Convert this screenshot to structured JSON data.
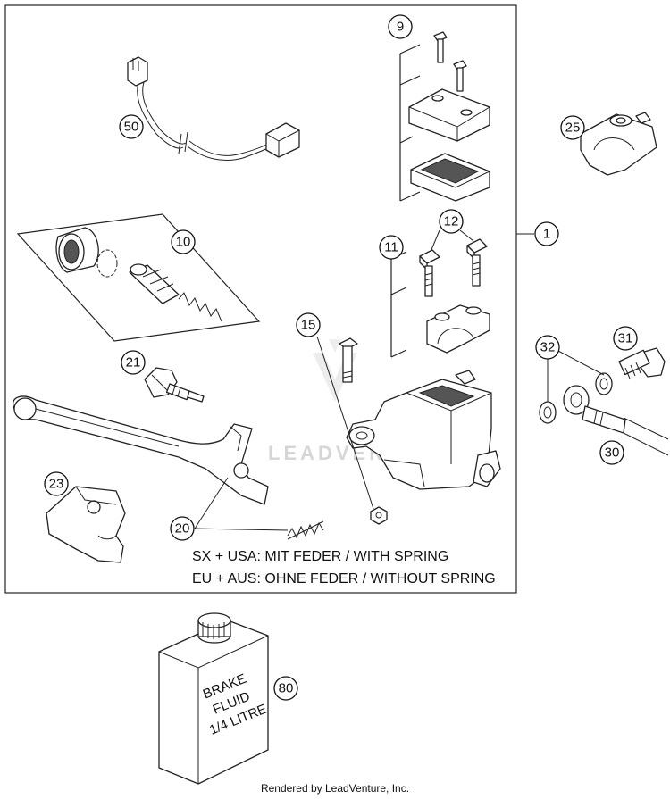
{
  "callouts": [
    "1",
    "9",
    "10",
    "11",
    "12",
    "15",
    "20",
    "21",
    "23",
    "25",
    "30",
    "31",
    "32",
    "50",
    "80"
  ],
  "notes": {
    "line1": "SX + USA:  MIT FEDER / WITH SPRING",
    "line2": "EU + AUS:  OHNE FEDER / WITHOUT SPRING"
  },
  "bottle_label": [
    "BRAKE",
    "FLUID",
    "1/4 LITRE"
  ],
  "watermark": "LEADVENTURE",
  "footer": "Rendered by LeadVenture, Inc."
}
